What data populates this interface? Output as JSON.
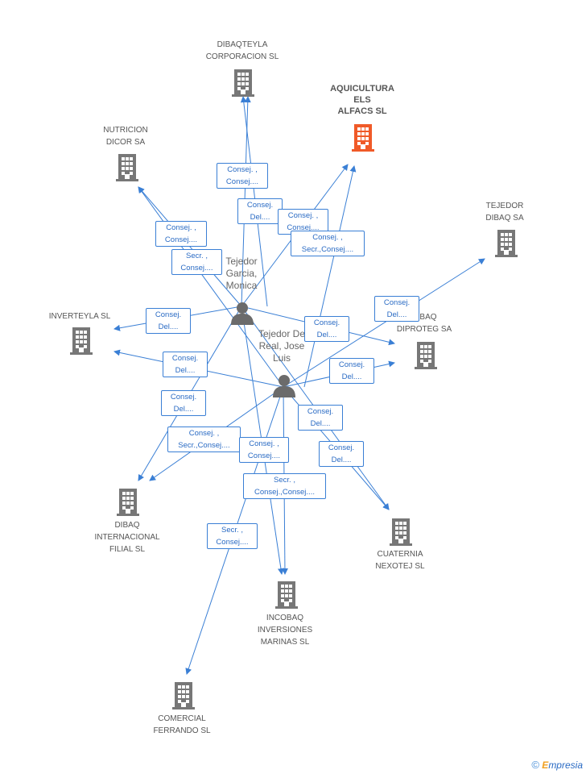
{
  "companies": {
    "dibaqteyla": [
      "DIBAQTEYLA",
      "CORPORACION SL"
    ],
    "aquicultura": [
      "AQUICULTURA",
      "ELS",
      "ALFACS SL"
    ],
    "nutricion": [
      "NUTRICION",
      "DICOR SA"
    ],
    "tejedor_dibaq": [
      "TEJEDOR",
      "DIBAQ SA"
    ],
    "inverteyla": [
      "INVERTEYLA SL"
    ],
    "diproteg": [
      "DIBAQ",
      "DIPROTEG SA"
    ],
    "internacional": [
      "DIBAQ",
      "INTERNACIONAL",
      "FILIAL SL"
    ],
    "cuaternia": [
      "CUATERNIA",
      "NEXOTEJ SL"
    ],
    "incobaq": [
      "INCOBAQ",
      "INVERSIONES",
      "MARINAS SL"
    ],
    "comercial": [
      "COMERCIAL",
      "FERRANDO SL"
    ]
  },
  "persons": {
    "monica": [
      "Tejedor",
      "Garcia,",
      "Monica"
    ],
    "jose": [
      "Tejedor De",
      "Real, Jose",
      "Luis"
    ]
  },
  "edge_labels": [
    [
      "Consej. ,",
      "Consej...."
    ],
    [
      "Consej.",
      "Del...."
    ],
    [
      "Consej. ,",
      "Consej...."
    ],
    [
      "Consej. ,",
      "Secr.,Consej...."
    ],
    [
      "Consej. ,",
      "Consej...."
    ],
    [
      "Secr. ,",
      "Consej...."
    ],
    [
      "Consej.",
      "Del...."
    ],
    [
      "Consej.",
      "Del...."
    ],
    [
      "Consej.",
      "Del...."
    ],
    [
      "Consej.",
      "Del...."
    ],
    [
      "Consej.",
      "Del...."
    ],
    [
      "Consej.",
      "Del...."
    ],
    [
      "Consej.",
      "Del...."
    ],
    [
      "Consej. ,",
      "Secr.,Consej...."
    ],
    [
      "Consej. ,",
      "Consej...."
    ],
    [
      "Consej.",
      "Del...."
    ],
    [
      "Secr. ,",
      "Consej.,Consej...."
    ],
    [
      "Secr. ,",
      "Consej...."
    ]
  ],
  "colors": {
    "edge": "#3a7fd5",
    "building": "#777777",
    "focus": "#f05a28",
    "person": "#6b6b6b"
  },
  "brand": {
    "copyright": "©",
    "e": "E",
    "rest": "mpresia"
  }
}
